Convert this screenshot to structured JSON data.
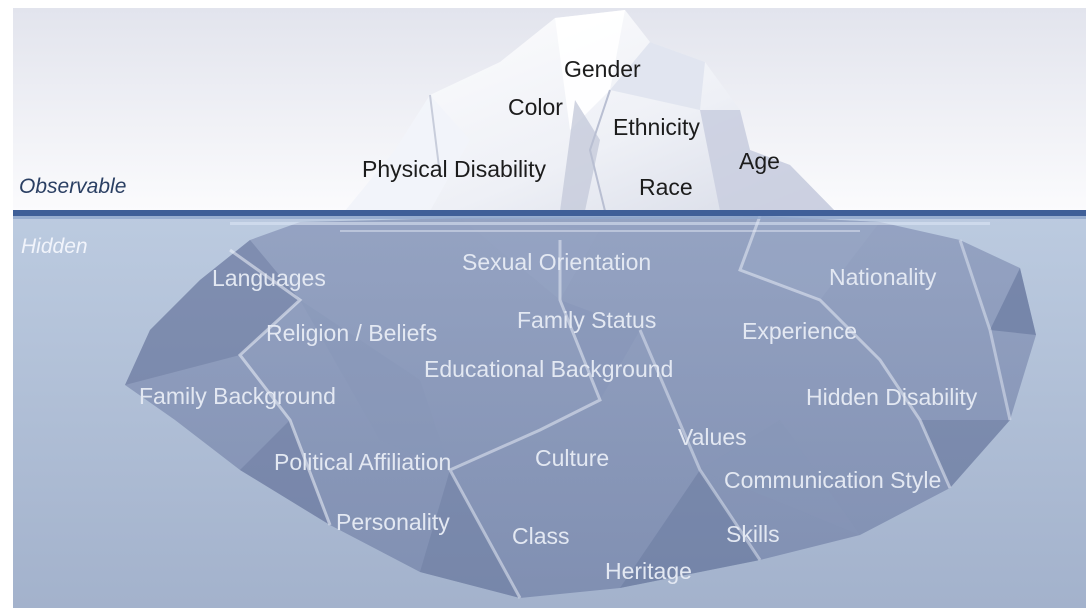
{
  "zones": {
    "observable": "Observable",
    "hidden": "Hidden"
  },
  "above_water": [
    "Gender",
    "Color",
    "Ethnicity",
    "Physical Disability",
    "Age",
    "Race"
  ],
  "below_water": [
    "Languages",
    "Sexual Orientation",
    "Nationality",
    "Religion / Beliefs",
    "Family Status",
    "Experience",
    "Educational Background",
    "Family Background",
    "Hidden Disability",
    "Values",
    "Political Affiliation",
    "Culture",
    "Communication Style",
    "Personality",
    "Class",
    "Skills",
    "Heritage"
  ],
  "colors": {
    "sky_top": "#e2e4ed",
    "sky_bottom": "#fbfbfd",
    "water_top": "#bccbe0",
    "water_bottom": "#a3b2cc",
    "iceberg_under": "#7f8eb1",
    "waterline": "#3f5f98",
    "above_text": "#1c1c1c",
    "below_text": "#e3e8f2"
  }
}
